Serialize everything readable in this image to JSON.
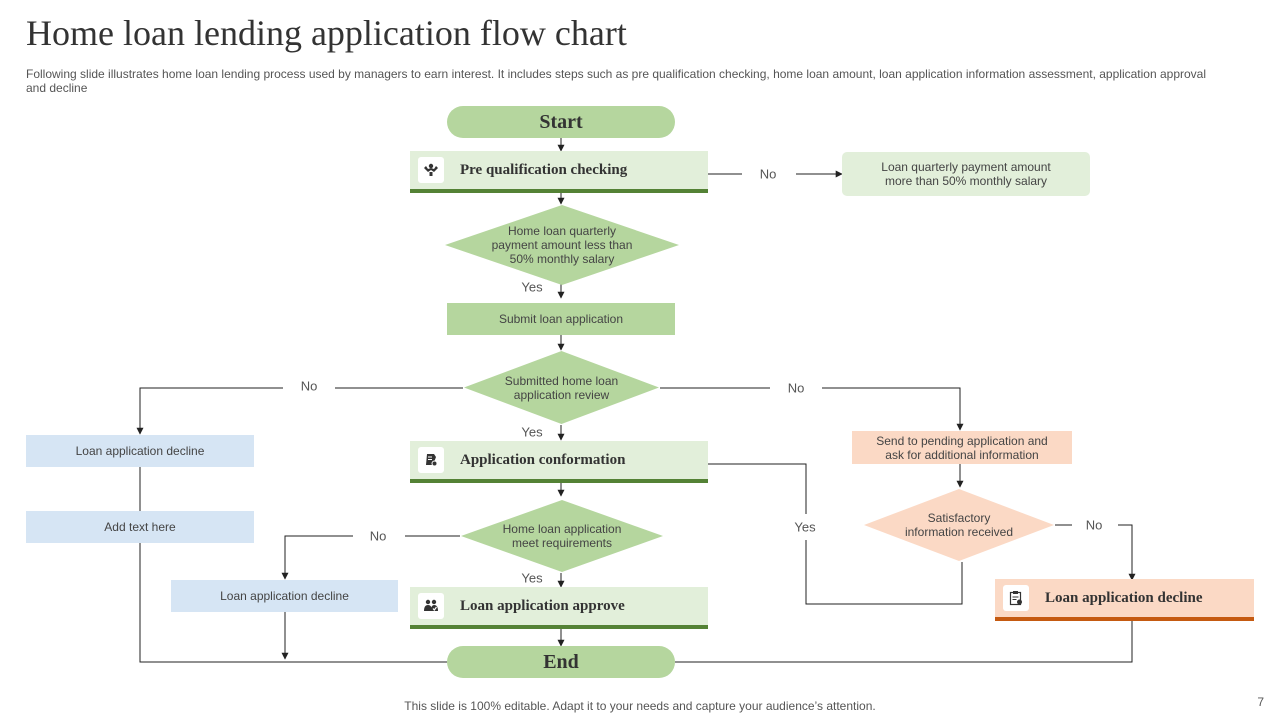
{
  "header": {
    "title": "Home loan lending application flow chart",
    "subtitle": "Following slide illustrates home loan lending process used by managers to earn interest. It includes steps such as pre qualification checking, home loan amount, loan application information assessment, application approval and decline"
  },
  "nodes": {
    "start": "Start",
    "pre_qualification": "Pre qualification checking",
    "payment_more": "Loan quarterly payment amount more than 50% monthly salary",
    "payment_less": "Home loan quarterly payment amount less than 50% monthly salary",
    "submit": "Submit loan application",
    "review": "Submitted home loan application review",
    "decline_left": "Loan application decline",
    "add_text": "Add text here",
    "conformation": "Application conformation",
    "pending": "Send to pending application and ask for additional information",
    "satisfactory": "Satisfactory information received",
    "meet_requirements": "Home loan application meet requirements",
    "decline_mid": "Loan application decline",
    "approve": "Loan application approve",
    "decline_right": "Loan application decline",
    "end": "End"
  },
  "edge_labels": {
    "no_1": "No",
    "yes_1": "Yes",
    "no_left": "No",
    "no_right": "No",
    "yes_2": "Yes",
    "yes_right": "Yes",
    "no_sat": "No",
    "no_mid": "No",
    "yes_3": "Yes"
  },
  "footer": {
    "note": "This slide is 100% editable. Adapt it to your needs and capture your audience’s attention.",
    "page": "7"
  },
  "colors": {
    "green": "#b5d69e",
    "light_green": "#e2efda",
    "dark_green": "#548235",
    "blue": "#d6e5f4",
    "peach": "#fbd9c5",
    "orange": "#c55a11"
  }
}
